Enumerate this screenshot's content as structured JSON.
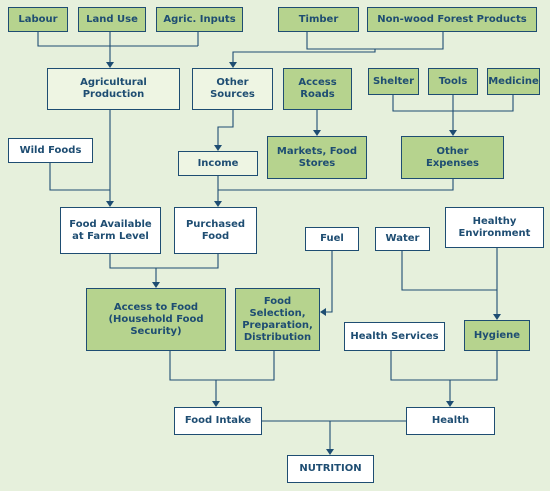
{
  "colors": {
    "background": "#e6f0dc",
    "stroke": "#1e4d72",
    "green": "#b6d38e",
    "pale": "#eef5e3",
    "white": "#ffffff"
  },
  "nodes": {
    "labour": "Labour",
    "land_use": "Land Use",
    "agric_inputs": "Agric. Inputs",
    "timber": "Timber",
    "non_wood": "Non-wood Forest Products",
    "agricultural_production": "Agricultural\nProduction",
    "other_sources": "Other\nSources",
    "access_roads": "Access\nRoads",
    "shelter": "Shelter",
    "tools": "Tools",
    "medicine": "Medicine",
    "wild_foods": "Wild Foods",
    "income": "Income",
    "markets": "Markets, Food\nStores",
    "other_expenses": "Other\nExpenses",
    "food_available": "Food Available\nat Farm Level",
    "purchased_food": "Purchased\nFood",
    "fuel": "Fuel",
    "water": "Water",
    "healthy_environment": "Healthy\nEnvironment",
    "access_to_food": "Access to Food\n(Household Food\nSecurity)",
    "food_selection": "Food Selection,\nPreparation,\nDistribution",
    "health_services": "Health Services",
    "hygiene": "Hygiene",
    "food_intake": "Food Intake",
    "health": "Health",
    "nutrition": "NUTRITION"
  }
}
